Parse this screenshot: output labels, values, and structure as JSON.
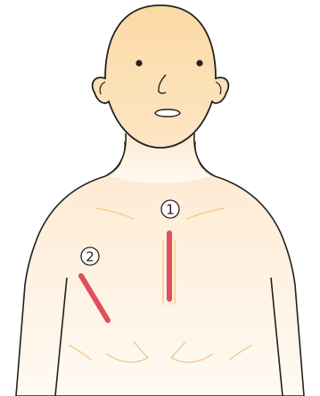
{
  "diagram": {
    "markers": [
      {
        "id": "marker-1",
        "label": "1"
      },
      {
        "id": "marker-2",
        "label": "2"
      }
    ]
  },
  "colors": {
    "skin_head": "#fbd9a5",
    "skin_chest_top": "#fde8cf",
    "skin_chest_bottom": "#fff8ef",
    "outline": "#222222",
    "incision": "#e04f5a",
    "muscle_lines": "#f3cc8f"
  },
  "icons": {
    "figure": "human-torso-icon",
    "incision": "incision-line-icon"
  }
}
